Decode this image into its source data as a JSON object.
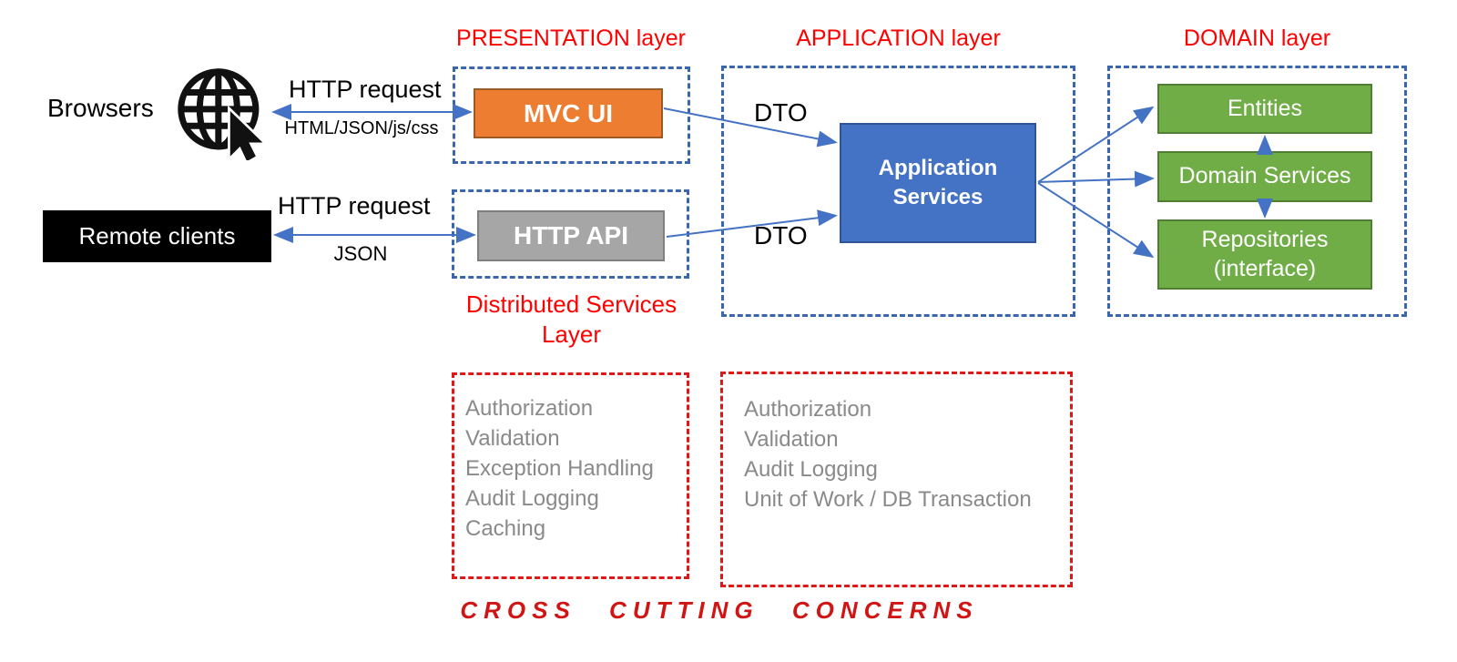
{
  "diagram": {
    "titles": {
      "presentation": "PRESENTATION layer",
      "application": "APPLICATION layer",
      "domain": "DOMAIN layer",
      "distributed_services": "Distributed Services Layer",
      "footer": "CROSS CUTTING CONCERNS"
    },
    "actors": {
      "browsers": "Browsers",
      "remote_clients": "Remote clients"
    },
    "components": {
      "mvc_ui": "MVC UI",
      "http_api": "HTTP API",
      "application_services": "Application Services",
      "entities": "Entities",
      "domain_services": "Domain Services",
      "repositories": "Repositories (interface)"
    },
    "connections": {
      "browser_request_label": "HTTP request",
      "browser_response_label": "HTML/JSON/js/css",
      "remote_request_label": "HTTP request",
      "remote_response_label": "JSON",
      "dto_top": "DTO",
      "dto_bottom": "DTO"
    },
    "cross_cutting": {
      "distributed_items": [
        "Authorization",
        "Validation",
        "Exception Handling",
        "Audit Logging",
        "Caching"
      ],
      "application_items": [
        "Authorization",
        "Validation",
        "Audit Logging",
        "Unit of Work / DB Transaction"
      ]
    },
    "colors": {
      "layer_title_red": "#FF0000",
      "red_dashed_border": "#E01717",
      "blue_dashed_border": "#3A66AD",
      "arrow_blue": "#4472C4",
      "mvc_fill": "#ED7D31",
      "http_api_fill": "#A6A6A6",
      "app_services_fill": "#4472C4",
      "domain_box_fill": "#70AD47",
      "muted_list_text": "#8A8A8A"
    }
  }
}
